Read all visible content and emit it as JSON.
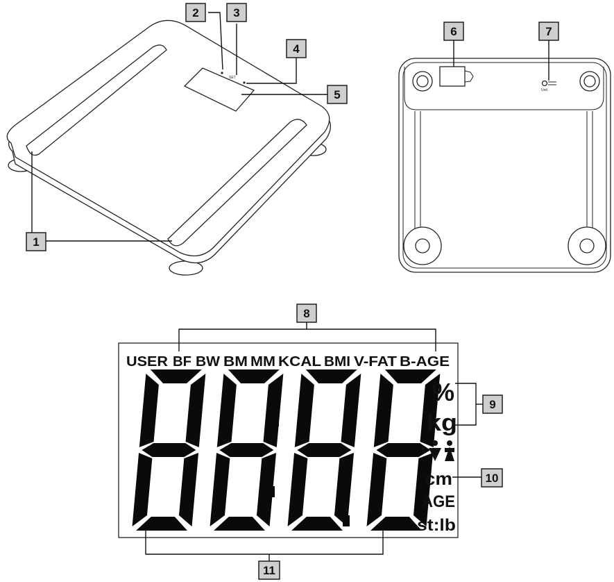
{
  "callouts": {
    "c1": "1",
    "c2": "2",
    "c3": "3",
    "c4": "4",
    "c5": "5",
    "c6": "6",
    "c7": "7",
    "c8": "8",
    "c9": "9",
    "c10": "10",
    "c11": "11"
  },
  "scale_top": {
    "set_label": "SET"
  },
  "scale_bottom": {
    "unit_label": "Unit"
  },
  "lcd": {
    "modes": [
      "USER",
      "BF",
      "BW",
      "BM",
      "MM",
      "KCAL",
      "BMI",
      "V-FAT",
      "B-AGE"
    ],
    "unit_percent": "%",
    "unit_kg": "kg",
    "unit_cm": "cm",
    "unit_age": "AGE",
    "unit_stlb": "st:lb",
    "gender_icons": "male-female-icon"
  },
  "colors": {
    "callout_fill": "#cfcfcf",
    "lcd_segment": "#0a0a0a",
    "outline": "#222222"
  }
}
